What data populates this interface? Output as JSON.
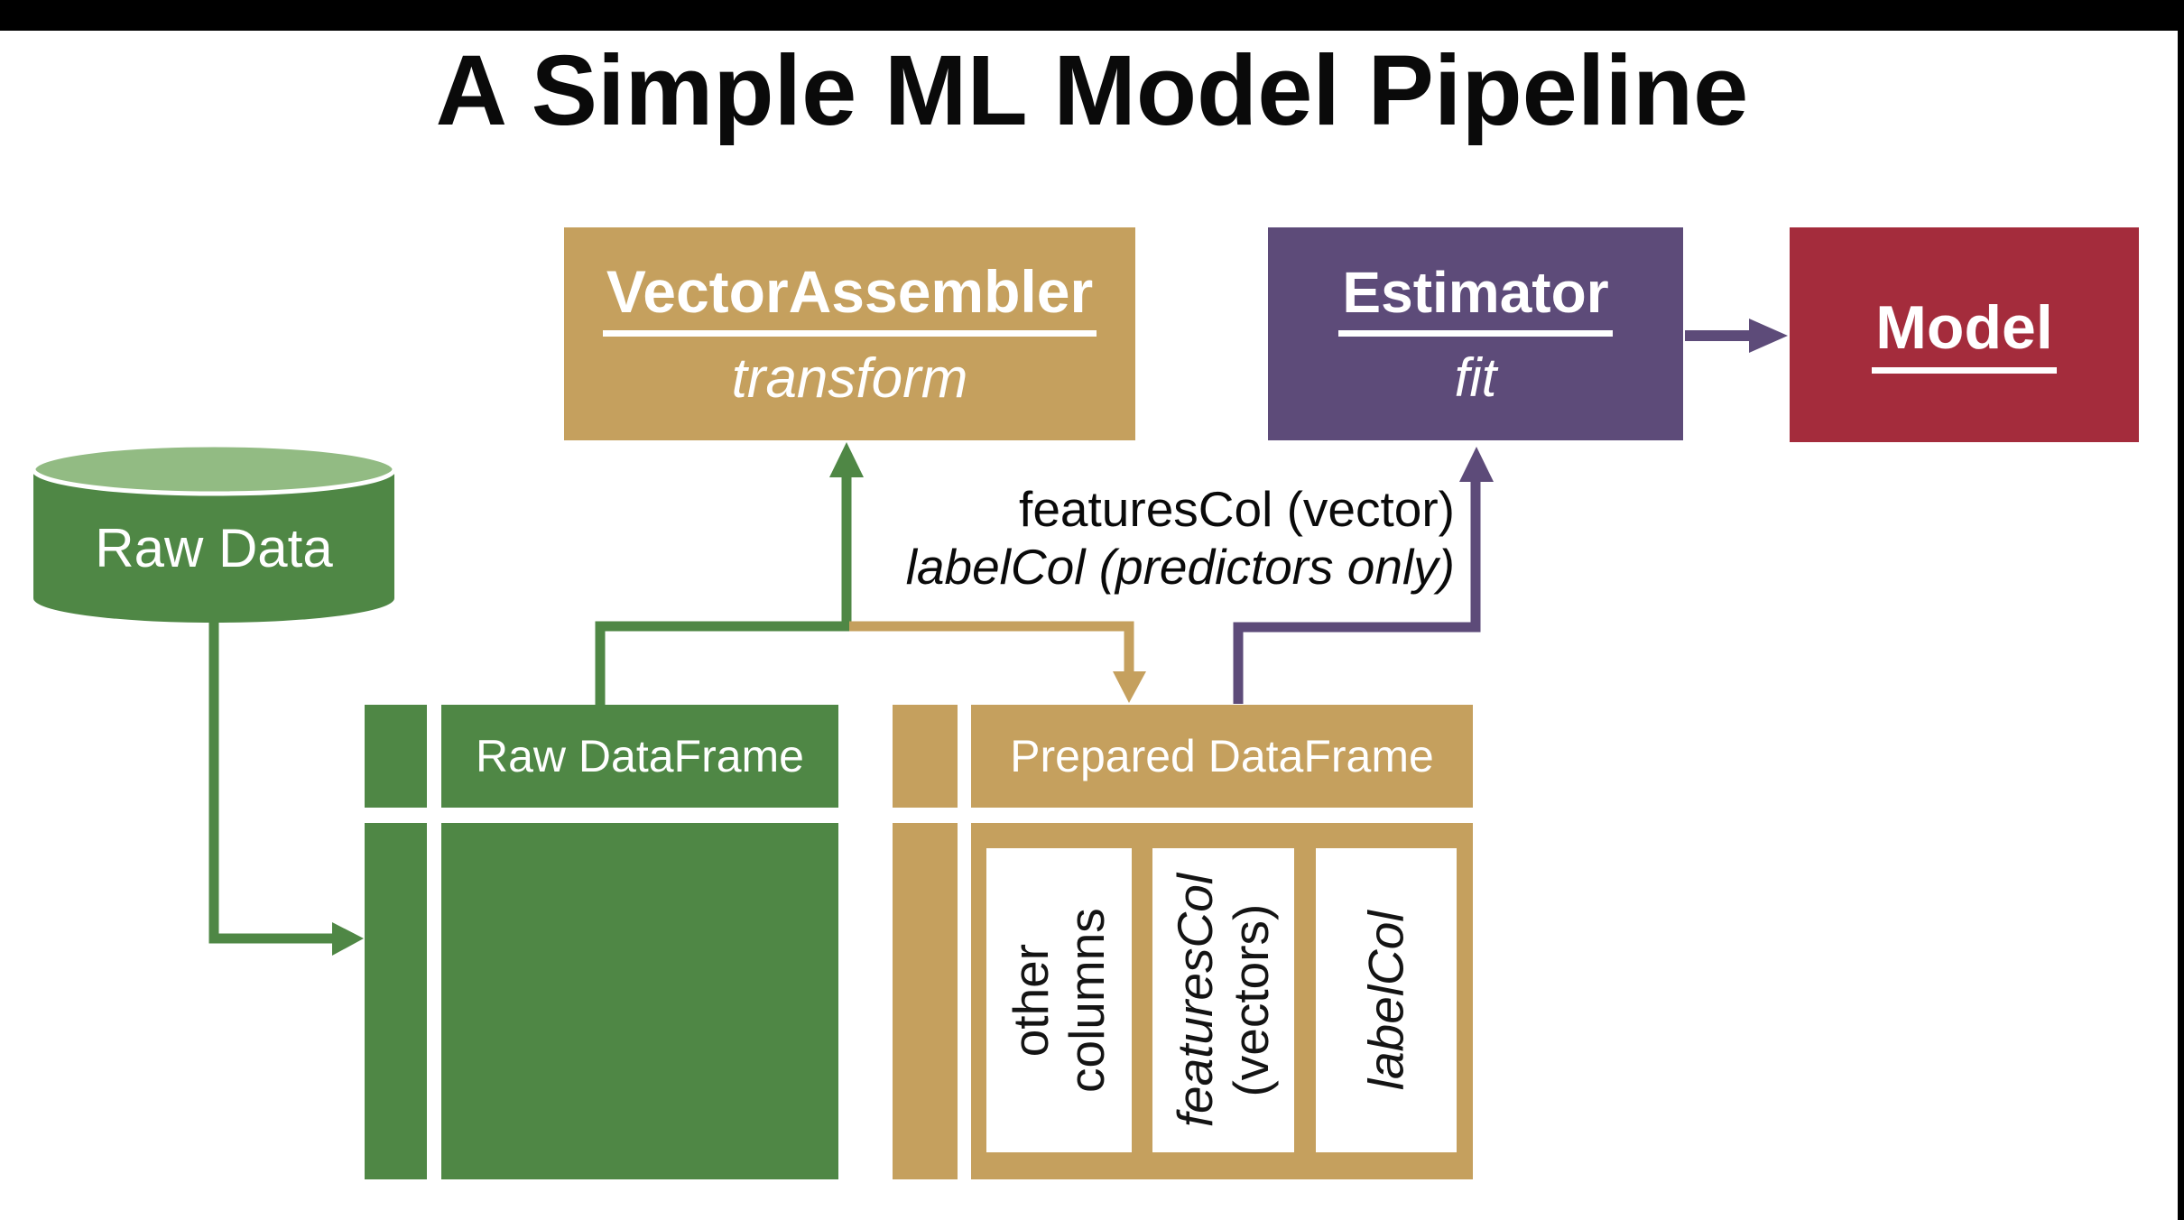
{
  "slide": {
    "title": "A Simple ML Model Pipeline"
  },
  "colors": {
    "green": "#4f8745",
    "green_light": "#92bb83",
    "tan": "#c5a05e",
    "purple": "#5d4b79",
    "red": "#a42c3c",
    "top_bar": "#000000",
    "text_on_boxes": "#ffffff",
    "text_black": "#0a0a0a"
  },
  "pipeline": {
    "vector_assembler": {
      "name": "VectorAssembler",
      "method": "transform"
    },
    "estimator": {
      "name": "Estimator",
      "method": "fit"
    },
    "model": {
      "name": "Model"
    }
  },
  "data_store": {
    "label": "Raw Data"
  },
  "dataframes": {
    "raw": {
      "title": "Raw DataFrame"
    },
    "prepared": {
      "title": "Prepared DataFrame",
      "columns": [
        {
          "line1": "other",
          "line2": "columns"
        },
        {
          "line1": "featuresCol",
          "line2": "(vectors)"
        },
        {
          "line1": "labelCol",
          "line2": ""
        }
      ]
    }
  },
  "annotations": {
    "features": "featuresCol (vector)",
    "label": "labelCol (predictors only)"
  }
}
